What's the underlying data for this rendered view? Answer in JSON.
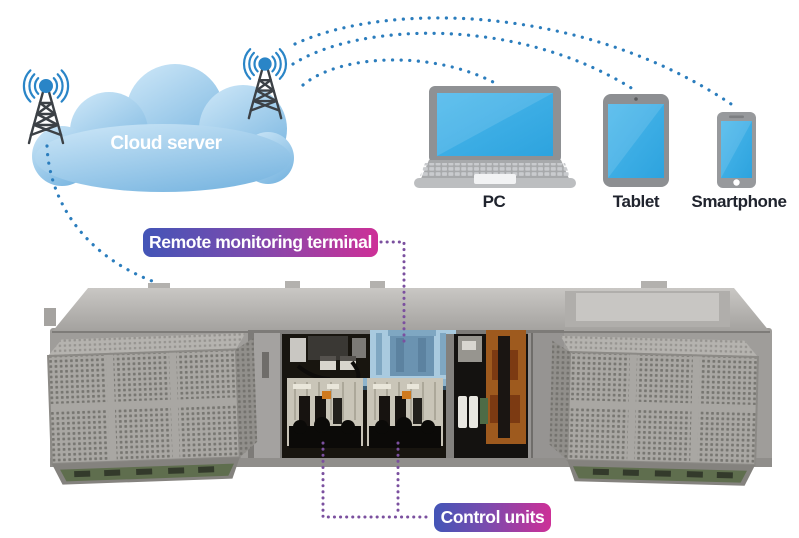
{
  "cloud": {
    "label": "Cloud server"
  },
  "devices": [
    {
      "id": "pc",
      "label": "PC"
    },
    {
      "id": "tablet",
      "label": "Tablet"
    },
    {
      "id": "smartphone",
      "label": "Smartphone"
    }
  ],
  "callouts": [
    {
      "id": "remote-monitoring-terminal",
      "label": "Remote monitoring terminal"
    },
    {
      "id": "control-units",
      "label": "Control units"
    }
  ],
  "colors": {
    "link_blue": "#2b7dbd",
    "link_purple": "#7b509f",
    "callout_gradient_start": "#4355b7",
    "callout_gradient_end": "#cd3097",
    "cloud_light": "#cfe8f8",
    "cloud_dark": "#7fb9e2",
    "screen_blue": "#3db0e8",
    "device_gray": "#909295",
    "tower_gray": "#3c4146",
    "signal_blue": "#2a85c7",
    "cabinet_gray": "#9f9d9a",
    "label_text": "#20242e"
  }
}
